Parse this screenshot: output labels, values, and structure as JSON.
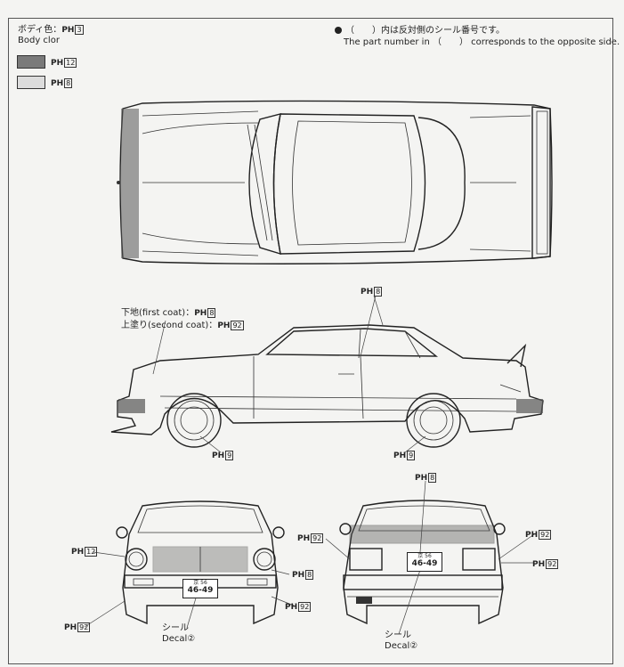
{
  "header": {
    "body_color_jp": "ボディ色：",
    "body_color_en": "Body clor",
    "note_jp": "（　　）内は反対側のシール番号です。",
    "note_en": "The part number in （　　） corresponds to the opposite side."
  },
  "paint": {
    "prefix": "PH"
  },
  "codes": {
    "body": "3",
    "swatch_dark": "12",
    "swatch_light": "8",
    "roof": "8",
    "first_coat_jp": "下地",
    "first_coat_en": "(first coat)：",
    "first_coat_code": "8",
    "second_coat_jp": "上塗り",
    "second_coat_en": "(second coat)：",
    "second_coat_code": "92",
    "wheel_front": "9",
    "wheel_rear": "9",
    "front_grille": "12",
    "front_bumper_right": "8",
    "front_bumper_lower": "92",
    "front_left_lower": "92",
    "rear_top": "8",
    "rear_left": "92",
    "rear_right_top": "92",
    "rear_right_bottom": "92"
  },
  "decal": {
    "jp": "シール",
    "en": "Decal",
    "num": "②"
  },
  "plates": {
    "front_top": "京 56",
    "front_num": "46-49",
    "rear_top": "京 56",
    "rear_num": "46-49"
  },
  "colors": {
    "dark_swatch": "#7a7a7a",
    "light_swatch": "#dcdcdc"
  }
}
